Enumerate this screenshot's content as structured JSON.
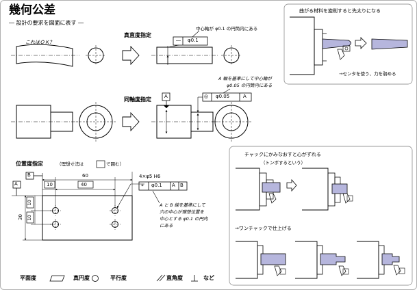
{
  "header": {
    "title": "幾何公差",
    "subtitle": "― 設計の要求を図面に表す ―"
  },
  "panel_straightness": {
    "question": "これはＯＫ？",
    "label": "真直度指定",
    "note": "中心軸が φ0.1 の円筒内にある",
    "frame": [
      "―",
      "φ0.1"
    ]
  },
  "panel_coaxial": {
    "label": "同軸度指定",
    "note_line1": "A 軸を基準にして中心軸が",
    "note_line2": "φ0.05 の円筒内にある",
    "datum": "A",
    "frame": [
      "◎",
      "φ0.05",
      "A"
    ]
  },
  "panel_position": {
    "label": "位置度指定",
    "paren": "（理想寸法は",
    "paren_end": "で囲む）",
    "datum_a": "A",
    "datum_b": "B",
    "dims": [
      "60",
      "40",
      "10",
      "30",
      "10",
      "10"
    ],
    "hole_spec": "4×φ5 H6",
    "frame": [
      "⌖",
      "φ0.1",
      "A",
      "B"
    ],
    "note": [
      "A と B 線を基準にして",
      "穴の中心が理想位置を",
      "中心とする φ0.1 の円内",
      "にある"
    ]
  },
  "legend": [
    {
      "name": "平面度",
      "symbol": "▱"
    },
    {
      "name": "真円度",
      "symbol": "○"
    },
    {
      "name": "平行度",
      "symbol": "//"
    },
    {
      "name": "直角度",
      "symbol": "⊥"
    },
    {
      "name": "など",
      "symbol": ""
    }
  ],
  "box_taper": {
    "title": "曲がる材料を旋削すると先太りになる",
    "note": "→センタを使う、力を弱める"
  },
  "box_chuck": {
    "title": "チャックにかみなおすと心がずれる",
    "subtitle": "（トンボするという）",
    "bottom": "→ワンチャックで仕上げる"
  },
  "colors": {
    "workpiece": "#b6b6dd",
    "panel_border": "#9a9a9a"
  }
}
